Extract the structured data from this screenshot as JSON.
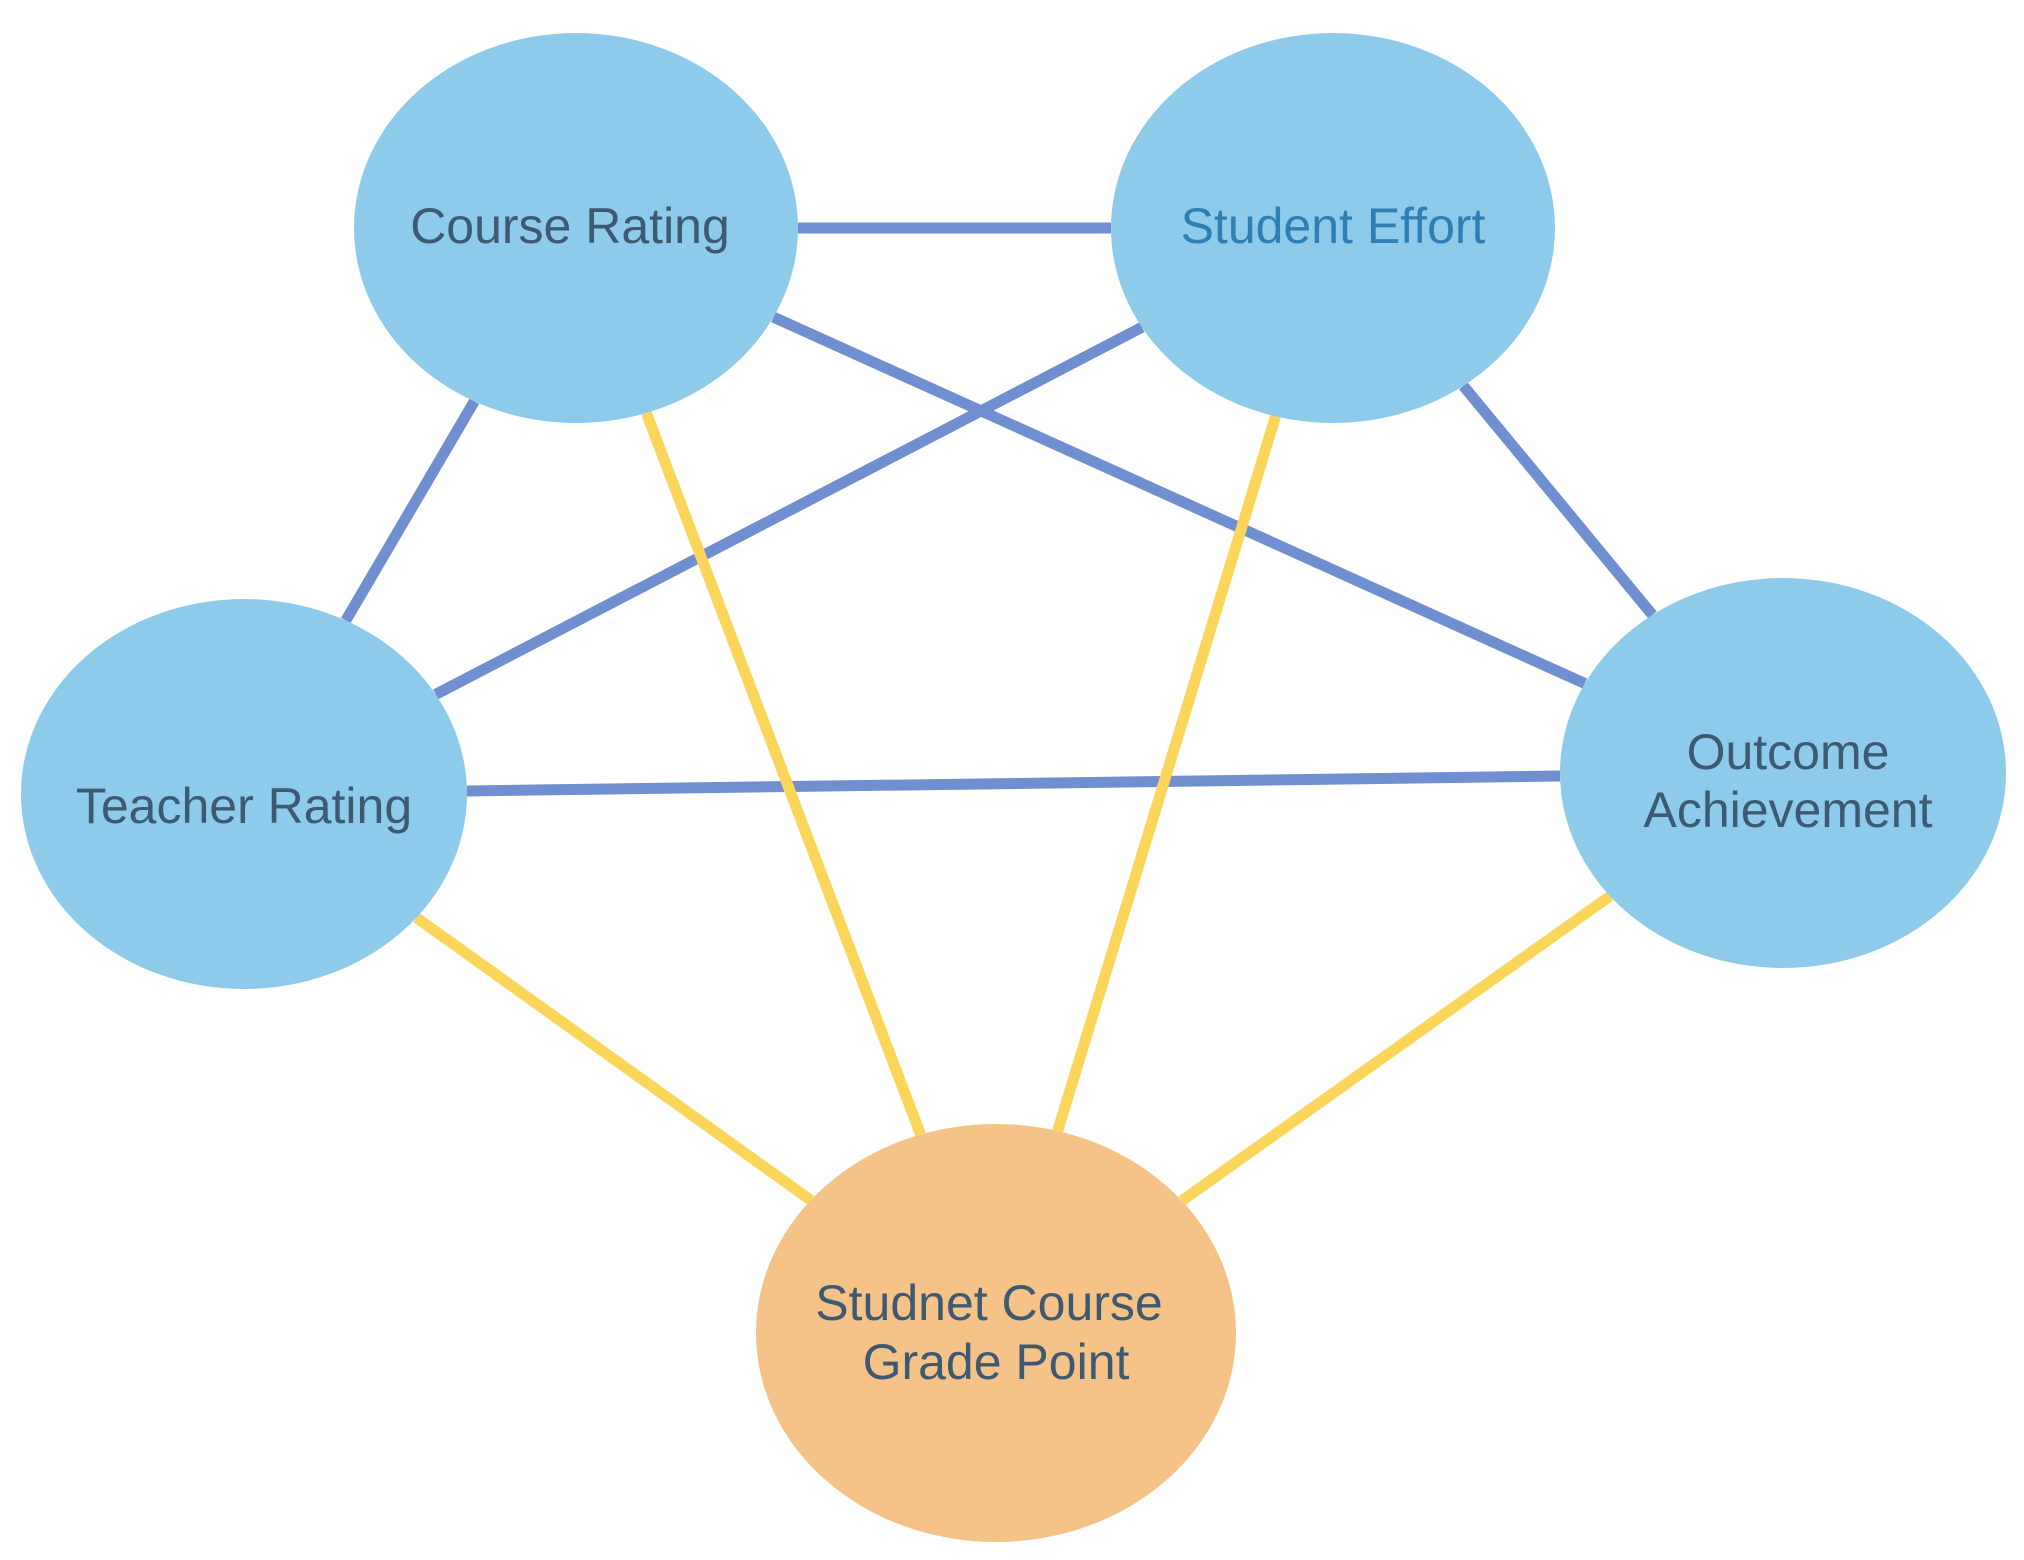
{
  "colors": {
    "node_fill": "#8ECBEA",
    "outcome_fill": "#F5C287",
    "edge_blue": "#6F8FD0",
    "edge_yellow": "#FCD65A",
    "label_dark": "#3E5A72",
    "label_blue": "#2F7FB3"
  },
  "nodes": {
    "course_rating": {
      "label": "Course Rating"
    },
    "student_effort": {
      "label": "Student Effort"
    },
    "teacher_rating": {
      "label": "Teacher Rating"
    },
    "outcome_achievement": {
      "label_line1": "Outcome",
      "label_line2": "Achievement"
    },
    "grade_point": {
      "label_line1": "Studnet Course",
      "label_line2": "Grade Point"
    }
  },
  "edges": [
    {
      "from": "course_rating",
      "to": "student_effort",
      "color": "blue"
    },
    {
      "from": "course_rating",
      "to": "teacher_rating",
      "color": "blue"
    },
    {
      "from": "course_rating",
      "to": "outcome_achievement",
      "color": "blue"
    },
    {
      "from": "student_effort",
      "to": "teacher_rating",
      "color": "blue"
    },
    {
      "from": "student_effort",
      "to": "outcome_achievement",
      "color": "blue"
    },
    {
      "from": "teacher_rating",
      "to": "outcome_achievement",
      "color": "blue"
    },
    {
      "from": "course_rating",
      "to": "grade_point",
      "color": "yellow"
    },
    {
      "from": "student_effort",
      "to": "grade_point",
      "color": "yellow"
    },
    {
      "from": "teacher_rating",
      "to": "grade_point",
      "color": "yellow"
    },
    {
      "from": "outcome_achievement",
      "to": "grade_point",
      "color": "yellow"
    }
  ]
}
